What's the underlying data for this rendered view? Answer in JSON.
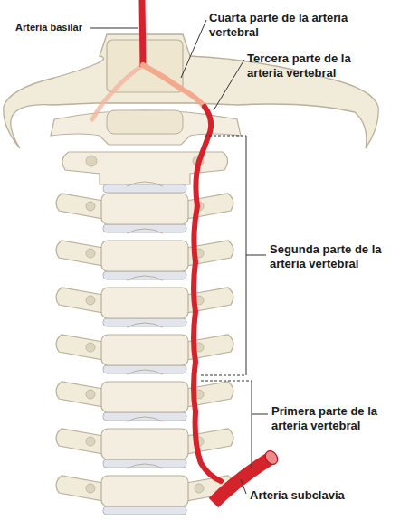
{
  "diagram": {
    "labels": [
      "Arteria basilar",
      "Cuarta parte de la arteria vertebral",
      "Tercera parte de la arteria vertebral",
      "Segunda parte de la arteria vertebral",
      "Primera parte de la arteria vertebral",
      "Arteria subclavia"
    ]
  }
}
